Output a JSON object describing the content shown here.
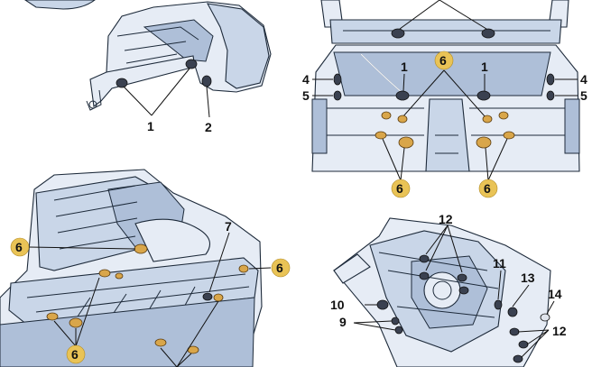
{
  "callouts": {
    "tl_1": "1",
    "tl_2": "2",
    "tr_6": "6",
    "tr_1_left": "1",
    "tr_1_right": "1",
    "tr_4_left": "4",
    "tr_5_left": "5",
    "tr_4_right": "4",
    "tr_5_right": "5",
    "tr_6_bottom_left": "6",
    "tr_6_bottom_right": "6",
    "bl_7": "7",
    "bl_6_left": "6",
    "bl_6_right": "6",
    "bl_6_bottom": "6",
    "br_12_top": "12",
    "br_11": "11",
    "br_13": "13",
    "br_14": "14",
    "br_10": "10",
    "br_9": "9",
    "br_12_right": "12"
  },
  "colors": {
    "highlight_circle": "#e9c356",
    "body_light": "#e6ecf5",
    "body_mid": "#c9d6e8",
    "body_dark": "#aebfd8",
    "plug_tan": "#d9a64a"
  }
}
